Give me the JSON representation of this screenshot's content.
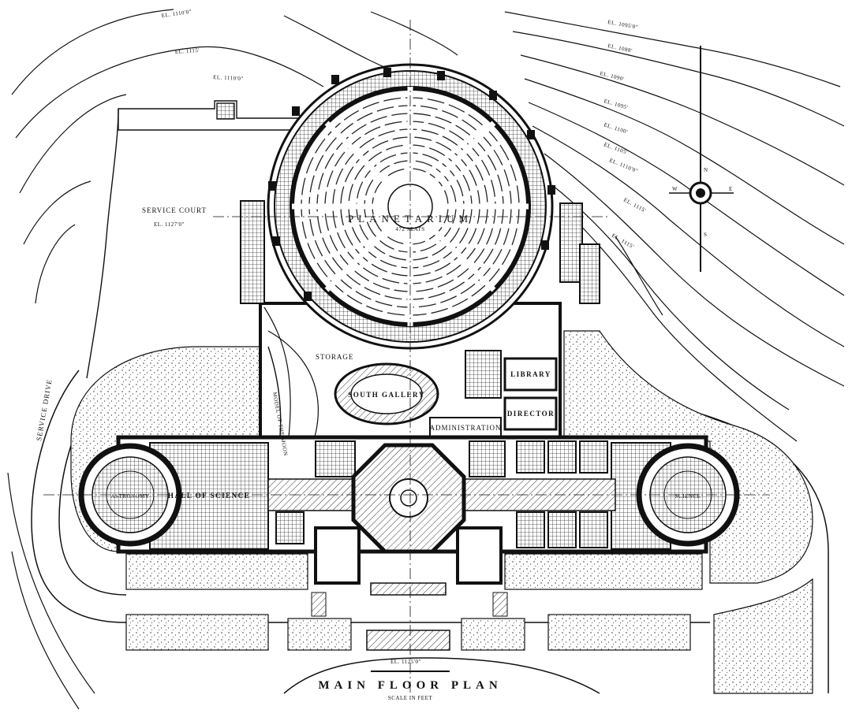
{
  "drawing": {
    "title": "MAIN FLOOR PLAN",
    "scale_note": "SCALE IN FEET",
    "rooms": {
      "planetarium": "PLANETARIUM",
      "planetarium_seats": "472 SEATS",
      "service_court": "SERVICE COURT",
      "service_court_elev": "EL. 1127'0\"",
      "storage": "STORAGE",
      "model_of_moon": "MODEL OF THE MOON",
      "south_gallery": "SOUTH GALLERY",
      "library": "LIBRARY",
      "director": "DIRECTOR",
      "administration": "ADMINISTRATION",
      "hall_of_science": "HALL OF SCIENCE",
      "west_dome": "ASTRONOMY",
      "east_dome": "SCIENCE",
      "service_drive": "SERVICE DRIVE"
    },
    "elevations": [
      "EL. 1110'0\"",
      "EL. 1115'",
      "EL. 1110'0\"",
      "EL. 1095'0\"",
      "EL. 1088'",
      "EL. 1090'",
      "EL. 1095'",
      "EL. 1100'",
      "EL. 1105'",
      "EL. 1110'0\"",
      "EL. 1115'",
      "EL. 1115'",
      "EL. 1125'0\""
    ],
    "compass": {
      "n": "N",
      "s": "S",
      "e": "E",
      "w": "W"
    },
    "colors": {
      "ink": "#111111",
      "paper": "#ffffff"
    }
  }
}
